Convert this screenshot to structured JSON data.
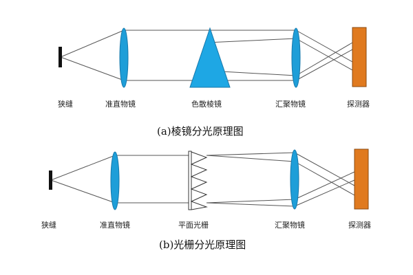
{
  "colors": {
    "lens_fill": "#1e9ed8",
    "prism_fill": "#1ea7e4",
    "detector_fill": "#e07a1f",
    "slit": "#111111",
    "ray": "#555555"
  },
  "panel_a": {
    "caption": "(a)棱镜分光原理图",
    "labels": {
      "slit": "狭缝",
      "collimator": "准直物镜",
      "disperser": "色散棱镜",
      "focusing": "汇聚物镜",
      "detector": "探测器"
    }
  },
  "panel_b": {
    "caption": "(b)光栅分光原理图",
    "labels": {
      "slit": "狭缝",
      "collimator": "准直物镜",
      "disperser": "平面光栅",
      "focusing": "汇聚物镜",
      "detector": "探测器"
    }
  }
}
